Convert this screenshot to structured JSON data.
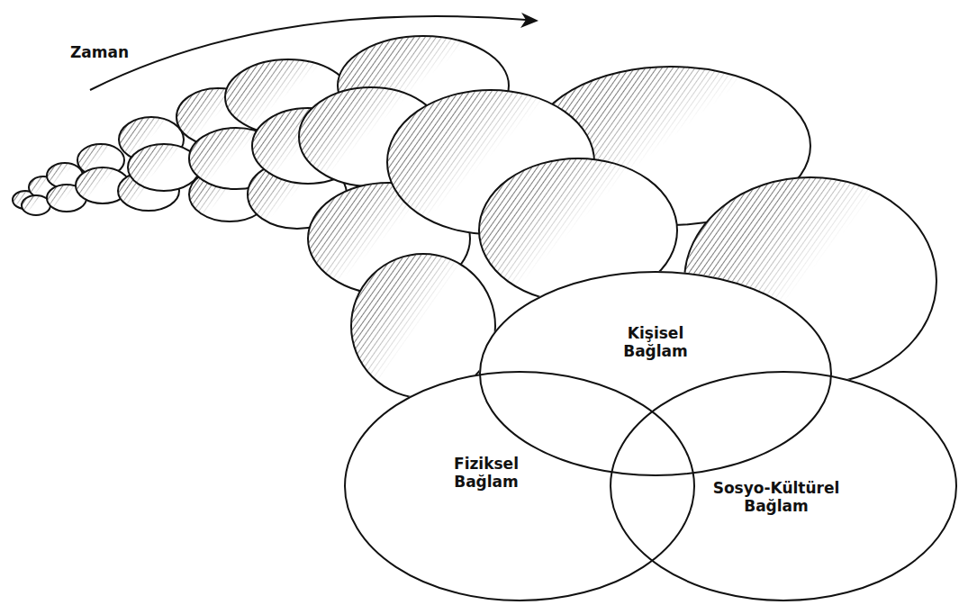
{
  "diagram": {
    "nodes": [
      {
        "text": [
          "Kişisel Bağlam"
        ]
      },
      {
        "text": [
          "Fiziksel Bağlam"
        ]
      },
      {
        "text": [
          "Sosyo-Kültürel Bağlam"
        ]
      }
    ],
    "labels": [
      "Zaman"
    ]
  }
}
